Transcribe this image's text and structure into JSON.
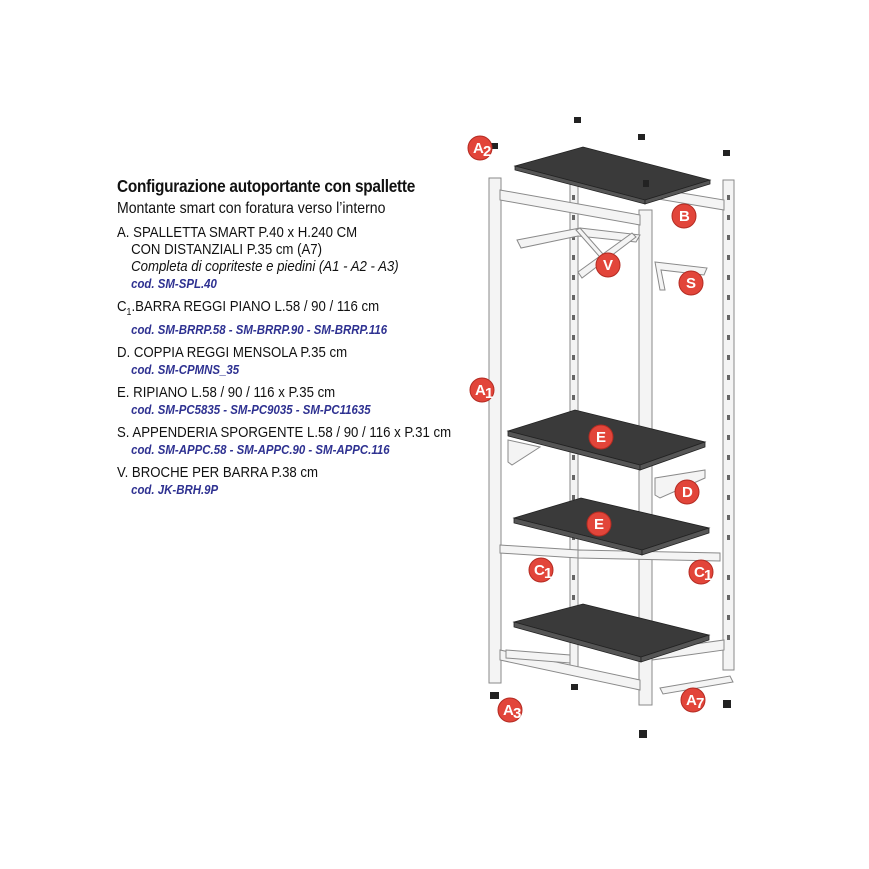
{
  "header": {
    "title": "Configurazione autoportante con spallette",
    "subtitle": "Montante smart con foratura verso l’interno"
  },
  "items": [
    {
      "letter": "A.",
      "lines": [
        "SPALLETTA SMART P.40 x H.240 CM",
        "CON DISTANZIALI P.35 cm (A7)"
      ],
      "italic_line": "Completa di copriteste e piedini (A1 - A2 - A3)",
      "code": "cod. SM-SPL.40"
    },
    {
      "letter": "C",
      "letter_sub": "1",
      "lines": [
        ".BARRA REGGI PIANO L.58 / 90 / 116 cm"
      ],
      "code": "cod. SM-BRRP.58 - SM-BRRP.90 - SM-BRRP.116"
    },
    {
      "letter": "D.",
      "lines": [
        "COPPIA REGGI MENSOLA P.35 cm"
      ],
      "code": "cod. SM-CPMNS_35"
    },
    {
      "letter": "E.",
      "lines": [
        "RIPIANO L.58 / 90 / 116 x P.35 cm"
      ],
      "code": "cod. SM-PC5835 - SM-PC9035 - SM-PC11635"
    },
    {
      "letter": "S.",
      "lines": [
        "APPENDERIA SPORGENTE L.58 / 90 / 116 x P.31 cm"
      ],
      "code": "cod. SM-APPC.58 - SM-APPC.90 - SM-APPC.116"
    },
    {
      "letter": "V.",
      "lines": [
        "BROCHE PER BARRA P.38 cm"
      ],
      "code": "cod. JK-BRH.9P"
    }
  ],
  "callouts": [
    {
      "id": "a2",
      "text": "A",
      "sub": "2"
    },
    {
      "id": "b",
      "text": "B",
      "sub": ""
    },
    {
      "id": "v",
      "text": "V",
      "sub": ""
    },
    {
      "id": "s",
      "text": "S",
      "sub": ""
    },
    {
      "id": "a1",
      "text": "A",
      "sub": "1"
    },
    {
      "id": "e1",
      "text": "E",
      "sub": ""
    },
    {
      "id": "d",
      "text": "D",
      "sub": ""
    },
    {
      "id": "e2",
      "text": "E",
      "sub": ""
    },
    {
      "id": "c1-left",
      "text": "C",
      "sub": "1"
    },
    {
      "id": "c1-right",
      "text": "C",
      "sub": "1"
    },
    {
      "id": "a3",
      "text": "A",
      "sub": "3"
    },
    {
      "id": "a7",
      "text": "A",
      "sub": "7"
    }
  ],
  "colors": {
    "callout_fill": "#e2453a",
    "code_text": "#2e3191",
    "shelf": "#3a3a3a",
    "frame_stroke": "#8a8a8a",
    "frame_fill": "#f4f4f4"
  }
}
